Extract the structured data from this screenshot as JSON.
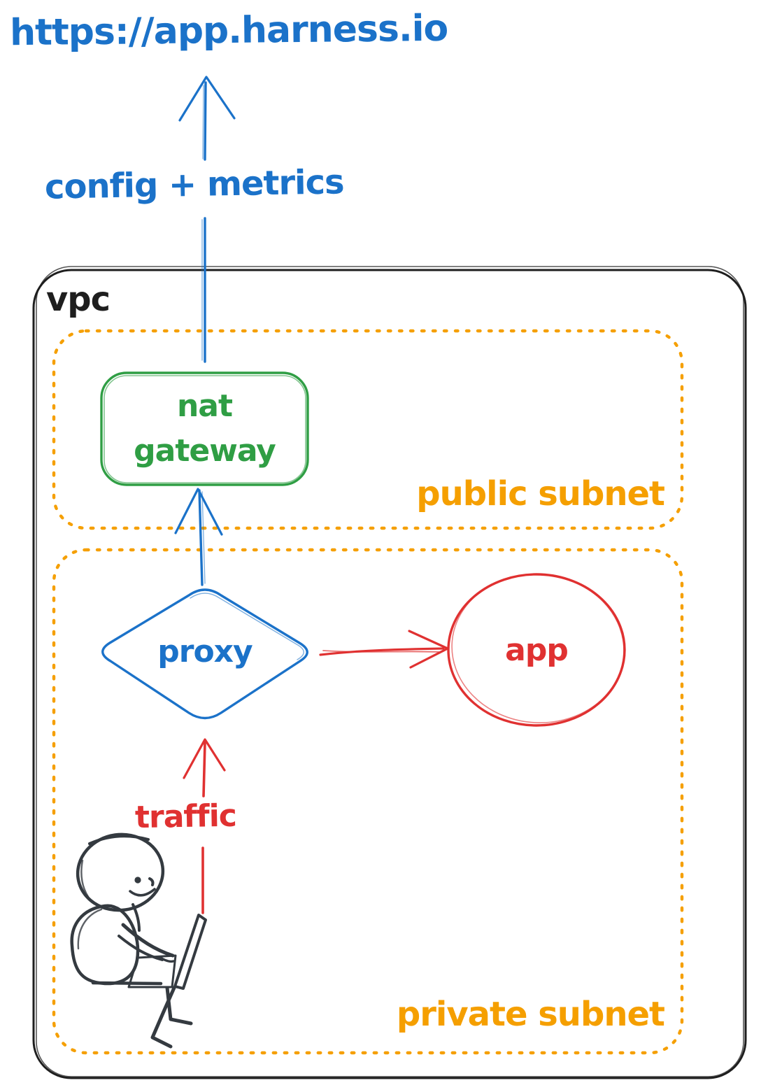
{
  "title": "https://app.harness.io",
  "labels": {
    "config_metrics": "config + metrics",
    "vpc": "vpc",
    "public_subnet": "public subnet",
    "private_subnet": "private subnet",
    "nat_gateway_line1": "nat",
    "nat_gateway_line2": "gateway",
    "proxy": "proxy",
    "app": "app",
    "traffic": "traffic"
  },
  "colors": {
    "link_blue": "#1b72c9",
    "nat_green": "#2f9e44",
    "subnet_orange": "#f59f00",
    "traffic_red": "#e03131",
    "vpc_ink": "#1e1e1e",
    "person_ink": "#343a40"
  }
}
